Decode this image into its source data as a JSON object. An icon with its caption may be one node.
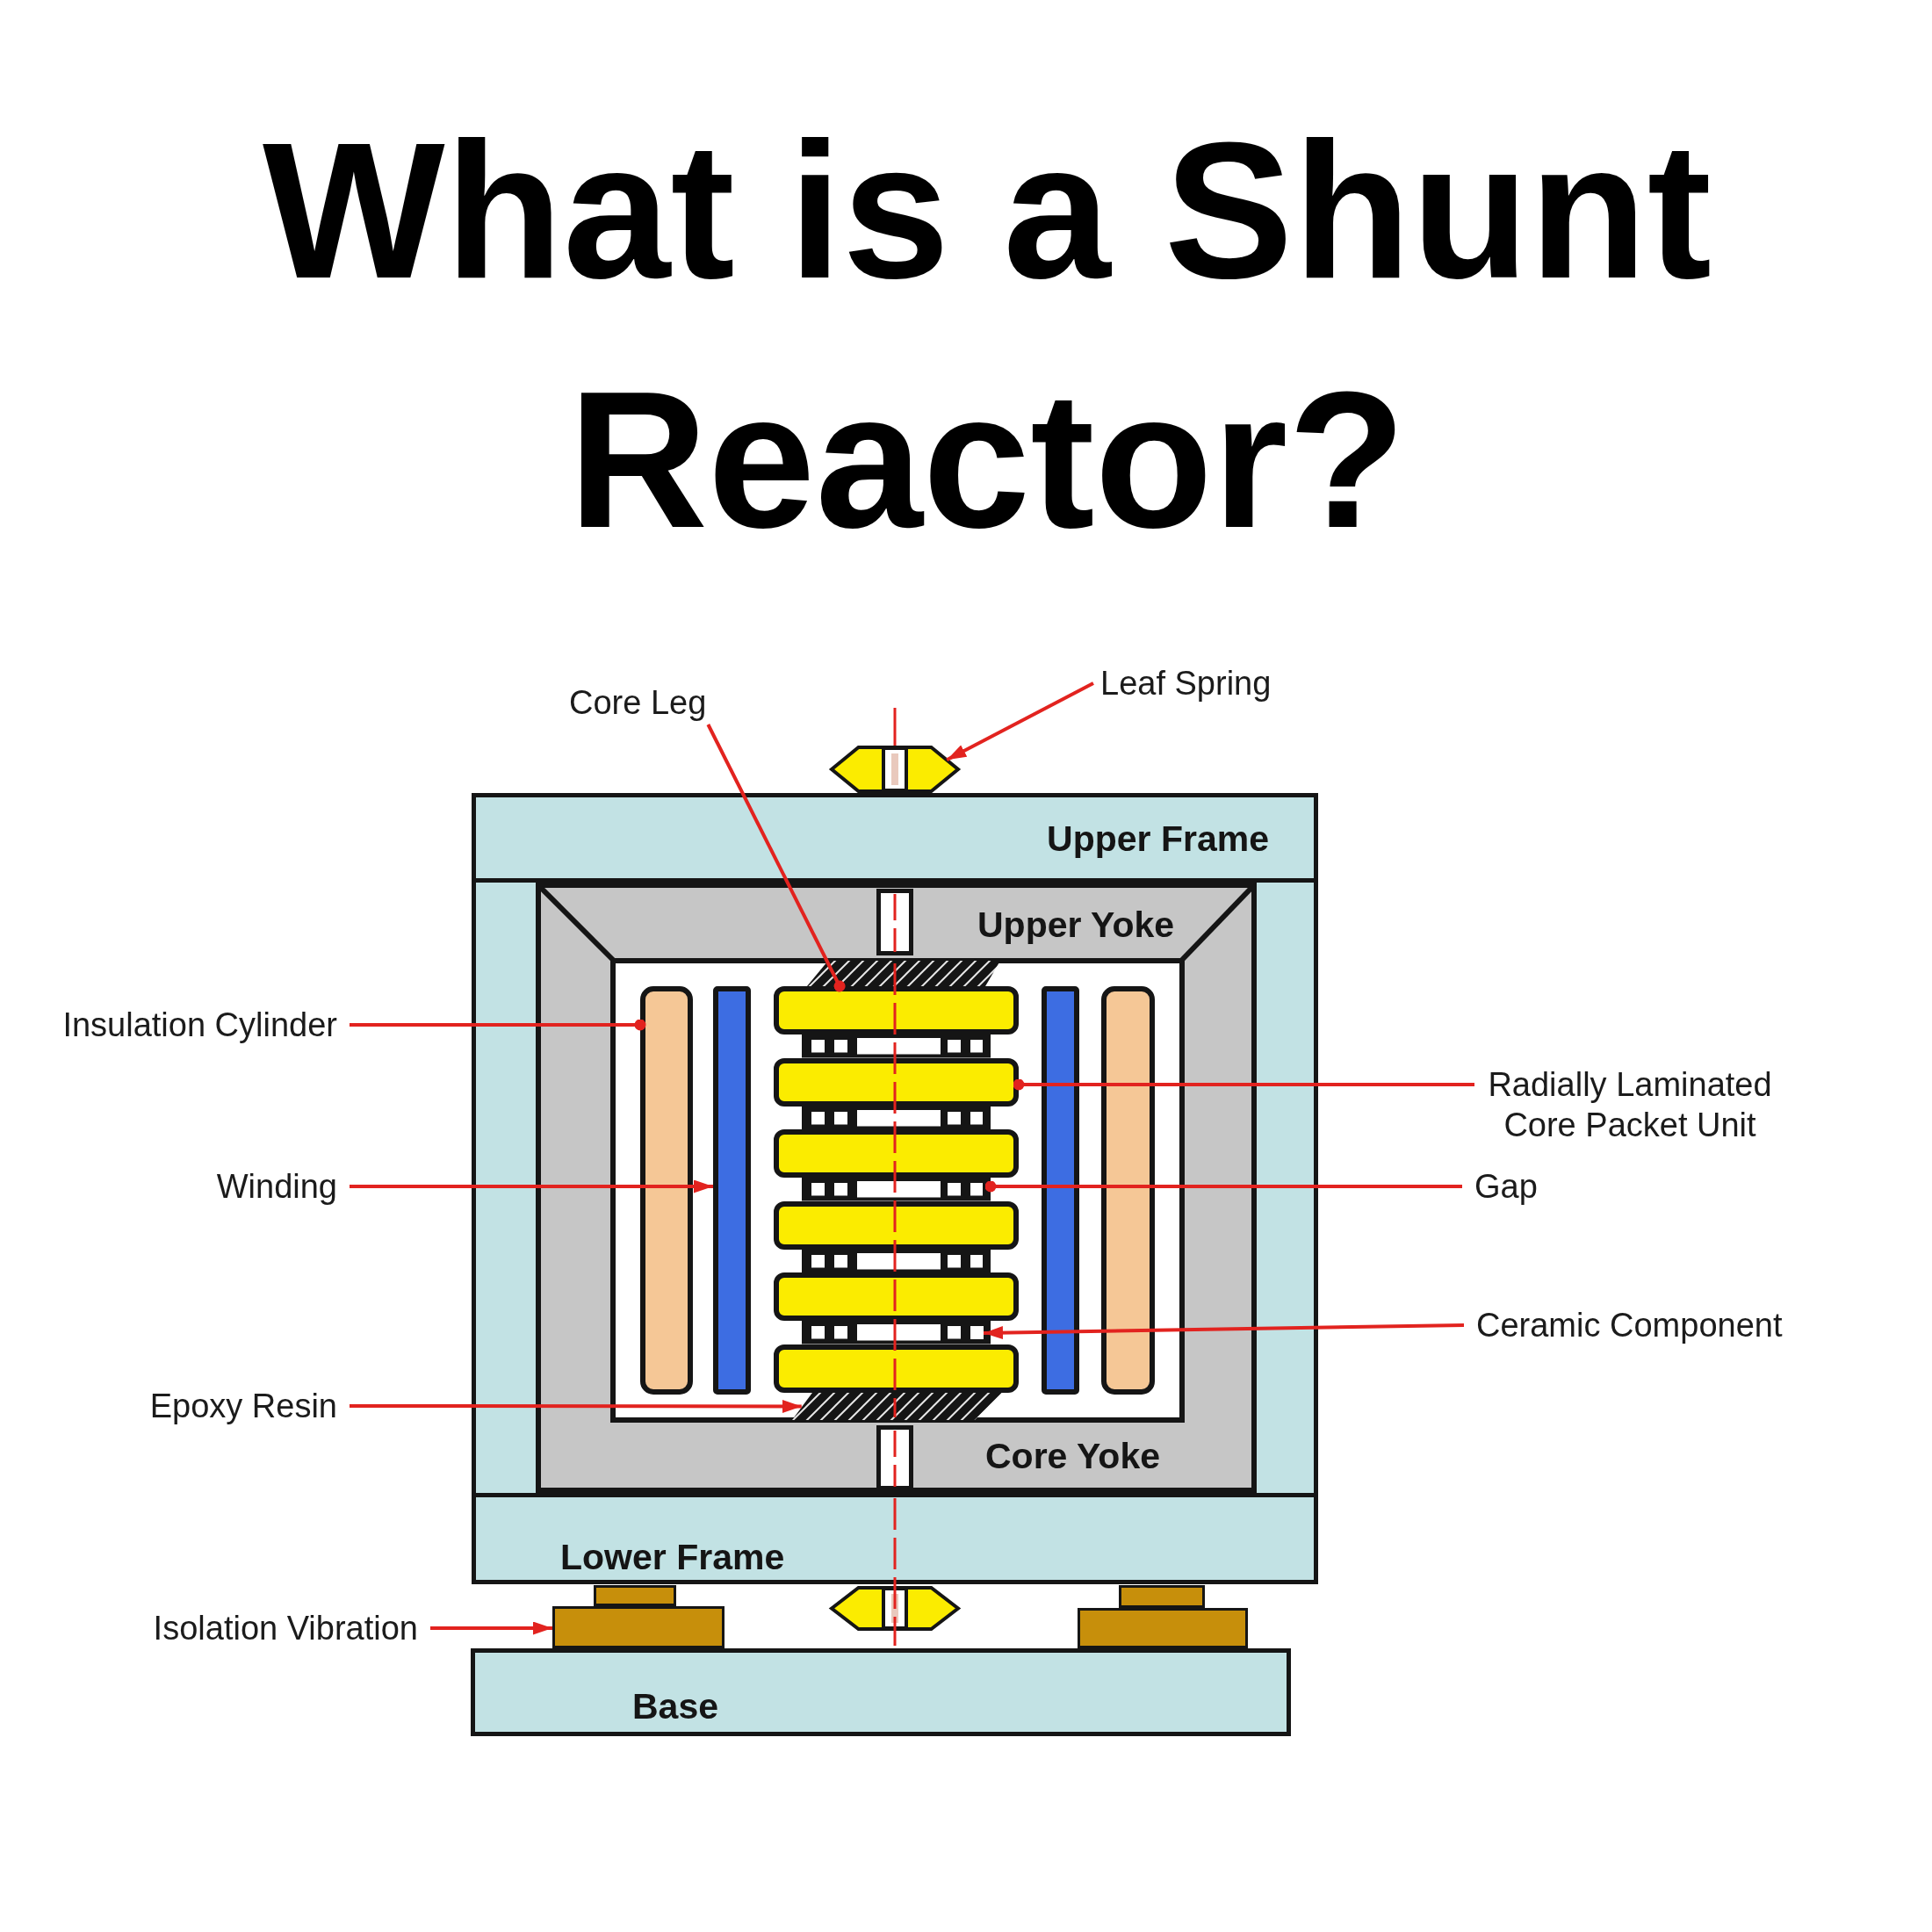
{
  "diagram": {
    "title": "What is a Shunt Reactor?",
    "nodes": [
      {
        "text": [
          "Core Leg"
        ]
      },
      {
        "text": [
          "Leaf Spring"
        ]
      },
      {
        "text": [],
        "shape": "hexagon"
      },
      {
        "text": [
          "Upper Frame"
        ]
      },
      {
        "text": [
          "Upper Yoke",
          "Core Yoke"
        ]
      },
      {
        "text": [],
        "shape": "bar",
        "in": 4
      },
      {
        "text": [],
        "shape": "box",
        "in": 4
      },
      {
        "text": [],
        "shape": "trapezoid",
        "in": 6
      },
      {
        "text": [],
        "shape": "bar",
        "in": 6
      },
      {
        "text": [
          "Insulation Cylinder"
        ]
      },
      {
        "text": [],
        "shape": "bar",
        "in": 6
      },
      {
        "text": [],
        "shape": "bar",
        "in": 6
      },
      {
        "text": [],
        "shape": "bar",
        "in": 6
      },
      {
        "text": [],
        "shape": "bar",
        "in": 6
      },
      {
        "text": [],
        "shape": "bar",
        "in": 6
      },
      {
        "text": [
          "Radially Laminated Core Packet Unit"
        ]
      },
      {
        "text": [],
        "shape": "bar",
        "in": 6
      },
      {
        "text": [],
        "shape": "bar",
        "in": 6
      },
      {
        "text": [],
        "shape": "bar",
        "in": 6
      },
      {
        "text": [
          "Winding"
        ]
      },
      {
        "text": [
          "Gap"
        ]
      },
      {
        "text": [],
        "shape": "bar",
        "in": 6
      },
      {
        "text": [],
        "shape": "bar",
        "in": 6
      },
      {
        "text": [],
        "shape": "bar",
        "in": 6
      },
      {
        "text": [],
        "shape": "bar",
        "in": 6
      },
      {
        "text": [
          "Ceramic Component"
        ]
      },
      {
        "text": [],
        "shape": "bar",
        "in": 6
      },
      {
        "text": [],
        "shape": "box",
        "in": 26
      },
      {
        "text": [],
        "shape": "bar",
        "in": 6
      },
      {
        "text": [
          "Epoxy Resin"
        ]
      },
      {
        "text": [],
        "shape": "trapezoid",
        "in": 6
      },
      {
        "text": [],
        "shape": "bar",
        "in": 4
      },
      {
        "text": [
          "Lower Frame"
        ]
      },
      {
        "text": [],
        "shape": "box"
      },
      {
        "text": [],
        "shape": "box"
      },
      {
        "text": [
          "Isolation Vibration"
        ]
      },
      {
        "text": [],
        "shape": "box"
      },
      {
        "text": [],
        "shape": "hexagon"
      },
      {
        "text": [],
        "shape": "box"
      },
      {
        "text": [
          "Base"
        ]
      }
    ],
    "edges": [
      {
        "from": 0,
        "to": 8,
        "arrow": "other"
      },
      {
        "from": 1,
        "to": 2,
        "arrow": "to"
      },
      {
        "from": 9,
        "to": 10,
        "arrow": "other"
      },
      {
        "from": 15,
        "to": 16,
        "arrow": "other"
      },
      {
        "from": 19,
        "to": 11,
        "arrow": "to"
      },
      {
        "from": 20,
        "to": 21,
        "arrow": "other"
      },
      {
        "from": 25,
        "to": 27,
        "arrow": "to"
      },
      {
        "from": 29,
        "to": 30,
        "arrow": "to"
      },
      {
        "from": 35,
        "to": 36,
        "arrow": "to"
      }
    ]
  }
}
